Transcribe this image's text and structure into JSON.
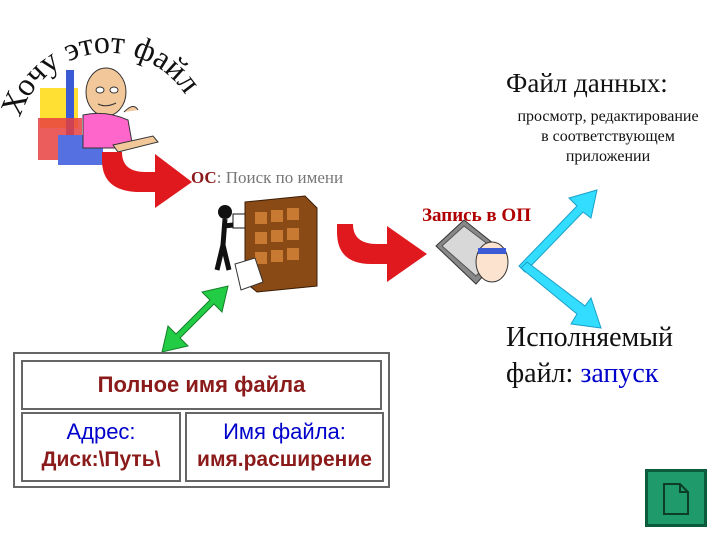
{
  "title_arc": "Хочу этот файл!",
  "data_file": {
    "title": "Файл данных:",
    "description": "просмотр, редактирование в соответствующем приложении"
  },
  "os": {
    "bold": "ОС",
    "rest": ": Поиск по имени"
  },
  "ram_label": "Запись в ОП",
  "executable": {
    "line1": "Исполняемый",
    "line2_prefix": "файл:",
    "line2_action": "запуск"
  },
  "file_name_table": {
    "header": "Полное имя файла",
    "address_label": "Адрес:",
    "address_value": "Диск:\\Путь\\",
    "name_label": "Имя файла:",
    "name_value": "имя.расширение"
  },
  "icons": [
    "person-icon",
    "cabinet-icon",
    "reader-icon",
    "notebook-icon",
    "document-icon"
  ],
  "colors": {
    "red_arrow": "#e0191e",
    "cyan_arrow": "#33ddff",
    "green_arrow": "#22cc44",
    "nav_button": "#1f9a6a"
  }
}
